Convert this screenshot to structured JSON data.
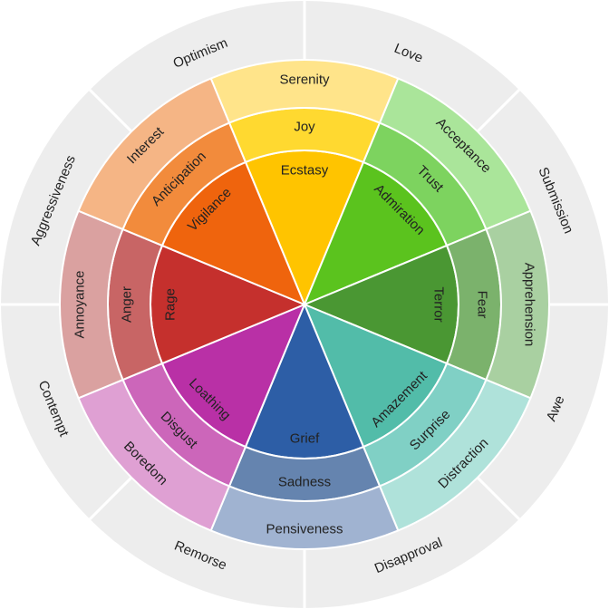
{
  "title_hidden": null,
  "primaries": [
    {
      "inner": "Ecstasy",
      "middle": "Joy",
      "outer": "Serenity",
      "colors": [
        "#FFC400",
        "#FFD930",
        "#FFE48A"
      ]
    },
    {
      "inner": "Admiration",
      "middle": "Trust",
      "outer": "Acceptance",
      "colors": [
        "#5BC31E",
        "#7DD35F",
        "#AAE59A"
      ]
    },
    {
      "inner": "Terror",
      "middle": "Fear",
      "outer": "Apprehension",
      "colors": [
        "#4A9733",
        "#7BB26C",
        "#A9D0A1"
      ]
    },
    {
      "inner": "Amazement",
      "middle": "Surprise",
      "outer": "Distraction",
      "colors": [
        "#52BCA9",
        "#80D0C5",
        "#AFE2DA"
      ]
    },
    {
      "inner": "Grief",
      "middle": "Sadness",
      "outer": "Pensiveness",
      "colors": [
        "#2D5EA6",
        "#6584AF",
        "#A0B3D1"
      ]
    },
    {
      "inner": "Loathing",
      "middle": "Disgust",
      "outer": "Boredom",
      "colors": [
        "#B930A6",
        "#CC66BA",
        "#DFA0D3"
      ]
    },
    {
      "inner": "Rage",
      "middle": "Anger",
      "outer": "Annoyance",
      "colors": [
        "#C5302D",
        "#C86565",
        "#DAA1A0"
      ]
    },
    {
      "inner": "Vigilance",
      "middle": "Anticipation",
      "outer": "Interest",
      "colors": [
        "#EF640D",
        "#F28B3C",
        "#F5B585"
      ]
    }
  ],
  "dyads": [
    "Love",
    "Submission",
    "Awe",
    "Disapproval",
    "Remorse",
    "Contempt",
    "Aggressiveness",
    "Optimism"
  ],
  "ring_color": "#EDEDED"
}
